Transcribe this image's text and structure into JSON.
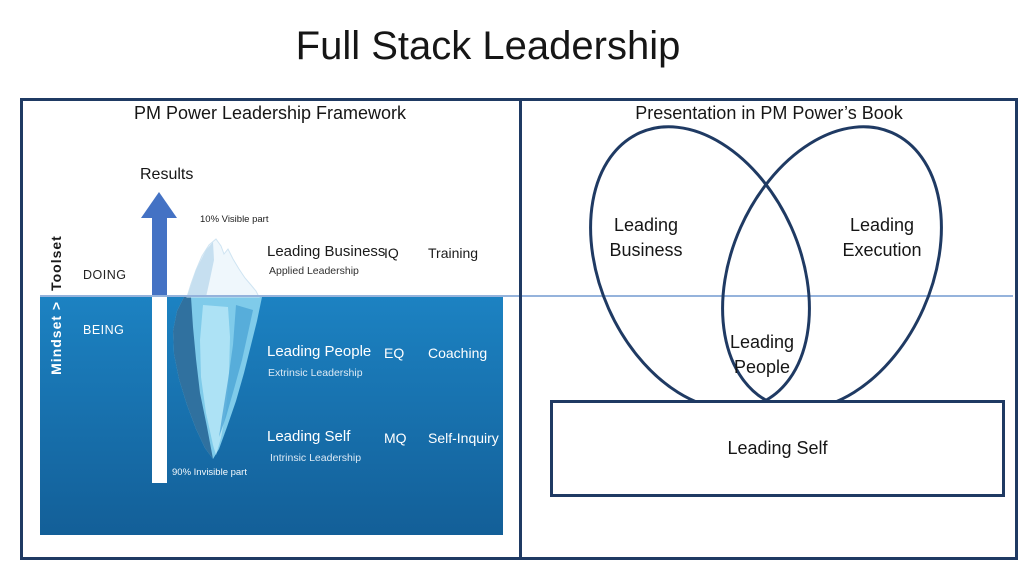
{
  "title": "Full Stack Leadership",
  "left_panel": {
    "header": "PM Power Leadership Framework",
    "vertical_axis": {
      "below_water": "Mindset >",
      "above_water": "Toolset"
    },
    "results_label": "Results",
    "doing_label": "DOING",
    "being_label": "BEING",
    "visible_part_label": "10% Visible part",
    "invisible_part_label": "90% Invisible part",
    "rows": [
      {
        "title": "Leading Business",
        "subtitle": "Applied Leadership",
        "quotient": "IQ",
        "intervention": "Training"
      },
      {
        "title": "Leading People",
        "subtitle": "Extrinsic Leadership",
        "quotient": "EQ",
        "intervention": "Coaching"
      },
      {
        "title": "Leading Self",
        "subtitle": "Intrinsic Leadership",
        "quotient": "MQ",
        "intervention": "Self-Inquiry"
      }
    ]
  },
  "right_panel": {
    "header": "Presentation in PM Power’s Book",
    "venn": {
      "left_label": "Leading\nBusiness",
      "right_label": "Leading\nExecution",
      "overlap_label": "Leading\nPeople",
      "base_label": "Leading Self"
    }
  },
  "colors": {
    "outline_navy": "#1F3A63",
    "waterline_blue": "#95B3DC",
    "arrow_blue": "#4472C4",
    "water_top": "#1C82C2",
    "water_bottom": "#135F98",
    "iceberg_above": "#EFF7FC",
    "iceberg_below": "#7FCBEA"
  }
}
